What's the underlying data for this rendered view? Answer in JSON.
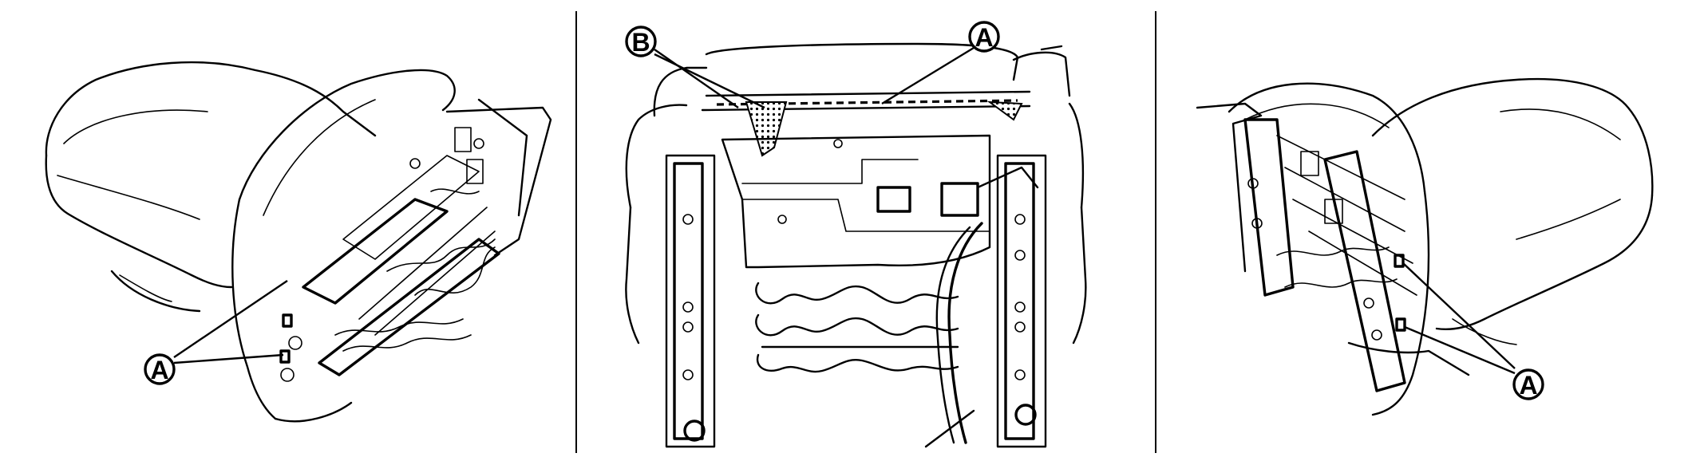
{
  "views": [
    {
      "callouts": [
        {
          "label": "A"
        }
      ]
    },
    {
      "callouts": [
        {
          "label": "B"
        },
        {
          "label": "A"
        }
      ]
    },
    {
      "callouts": [
        {
          "label": "A"
        }
      ]
    }
  ],
  "icons": {
    "left_view": "seat-rear-left-perspective",
    "center_view": "seat-underside-bottom-view",
    "right_view": "seat-rear-right-perspective"
  }
}
